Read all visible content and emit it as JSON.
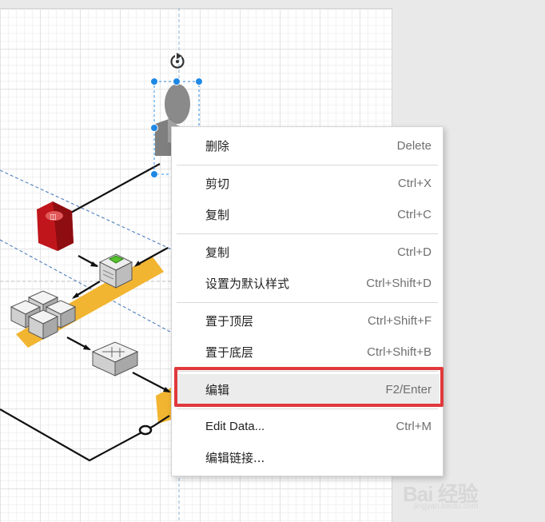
{
  "context_menu": {
    "items": [
      {
        "label": "删除",
        "shortcut": "Delete"
      },
      {
        "label": "剪切",
        "shortcut": "Ctrl+X"
      },
      {
        "label": "复制",
        "shortcut": "Ctrl+C"
      },
      {
        "label": "复制",
        "shortcut": "Ctrl+D"
      },
      {
        "label": "设置为默认样式",
        "shortcut": "Ctrl+Shift+D"
      },
      {
        "label": "置于顶层",
        "shortcut": "Ctrl+Shift+F"
      },
      {
        "label": "置于底层",
        "shortcut": "Ctrl+Shift+B"
      },
      {
        "label": "编辑",
        "shortcut": "F2/Enter"
      },
      {
        "label": "Edit Data...",
        "shortcut": "Ctrl+M"
      },
      {
        "label": "编辑链接...",
        "shortcut": ""
      }
    ],
    "highlighted_item": "编辑",
    "highlight_color": "#e0393c"
  },
  "diagram": {
    "shapes": [
      "person-icon",
      "database-icon",
      "server-icon",
      "cube-cluster-icon",
      "switch-icon"
    ],
    "selection_color": "#1e88e5",
    "accent_color": "#f2b531"
  },
  "watermark": {
    "text": "Bai 经验",
    "sub": "jingyan.baidu.com"
  }
}
